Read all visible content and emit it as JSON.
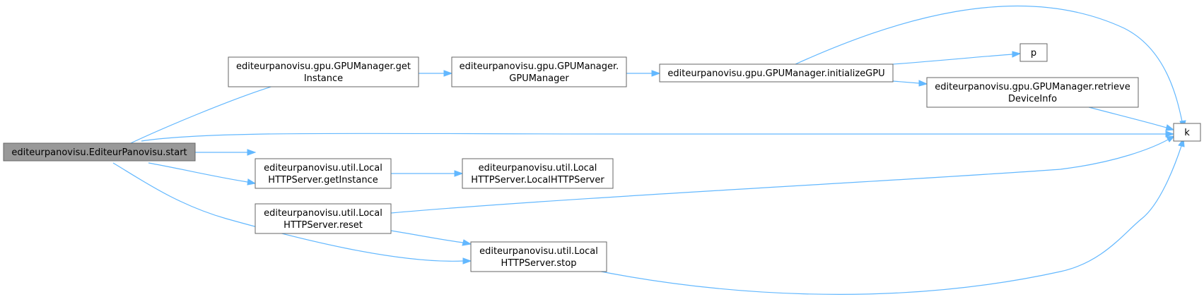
{
  "colors": {
    "edge": "#63b8ff",
    "node_border": "#666666",
    "node_fill": "#ffffff",
    "root_fill": "#999999"
  },
  "nodes": {
    "start": {
      "lines": [
        "editeurpanovisu.EditeurPanovisu.start"
      ]
    },
    "gpu_getinstance": {
      "lines": [
        "editeurpanovisu.gpu.GPUManager.get",
        "Instance"
      ]
    },
    "gpu_ctor": {
      "lines": [
        "editeurpanovisu.gpu.GPUManager.",
        "GPUManager"
      ]
    },
    "gpu_init": {
      "lines": [
        "editeurpanovisu.gpu.GPUManager.initializeGPU"
      ]
    },
    "p": {
      "lines": [
        "p"
      ]
    },
    "gpu_retrieve": {
      "lines": [
        "editeurpanovisu.gpu.GPUManager.retrieve",
        "DeviceInfo"
      ]
    },
    "k": {
      "lines": [
        "k"
      ]
    },
    "http_getinstance": {
      "lines": [
        "editeurpanovisu.util.Local",
        "HTTPServer.getInstance"
      ]
    },
    "http_ctor": {
      "lines": [
        "editeurpanovisu.util.Local",
        "HTTPServer.LocalHTTPServer"
      ]
    },
    "http_reset": {
      "lines": [
        "editeurpanovisu.util.Local",
        "HTTPServer.reset"
      ]
    },
    "http_stop": {
      "lines": [
        "editeurpanovisu.util.Local",
        "HTTPServer.stop"
      ]
    }
  }
}
